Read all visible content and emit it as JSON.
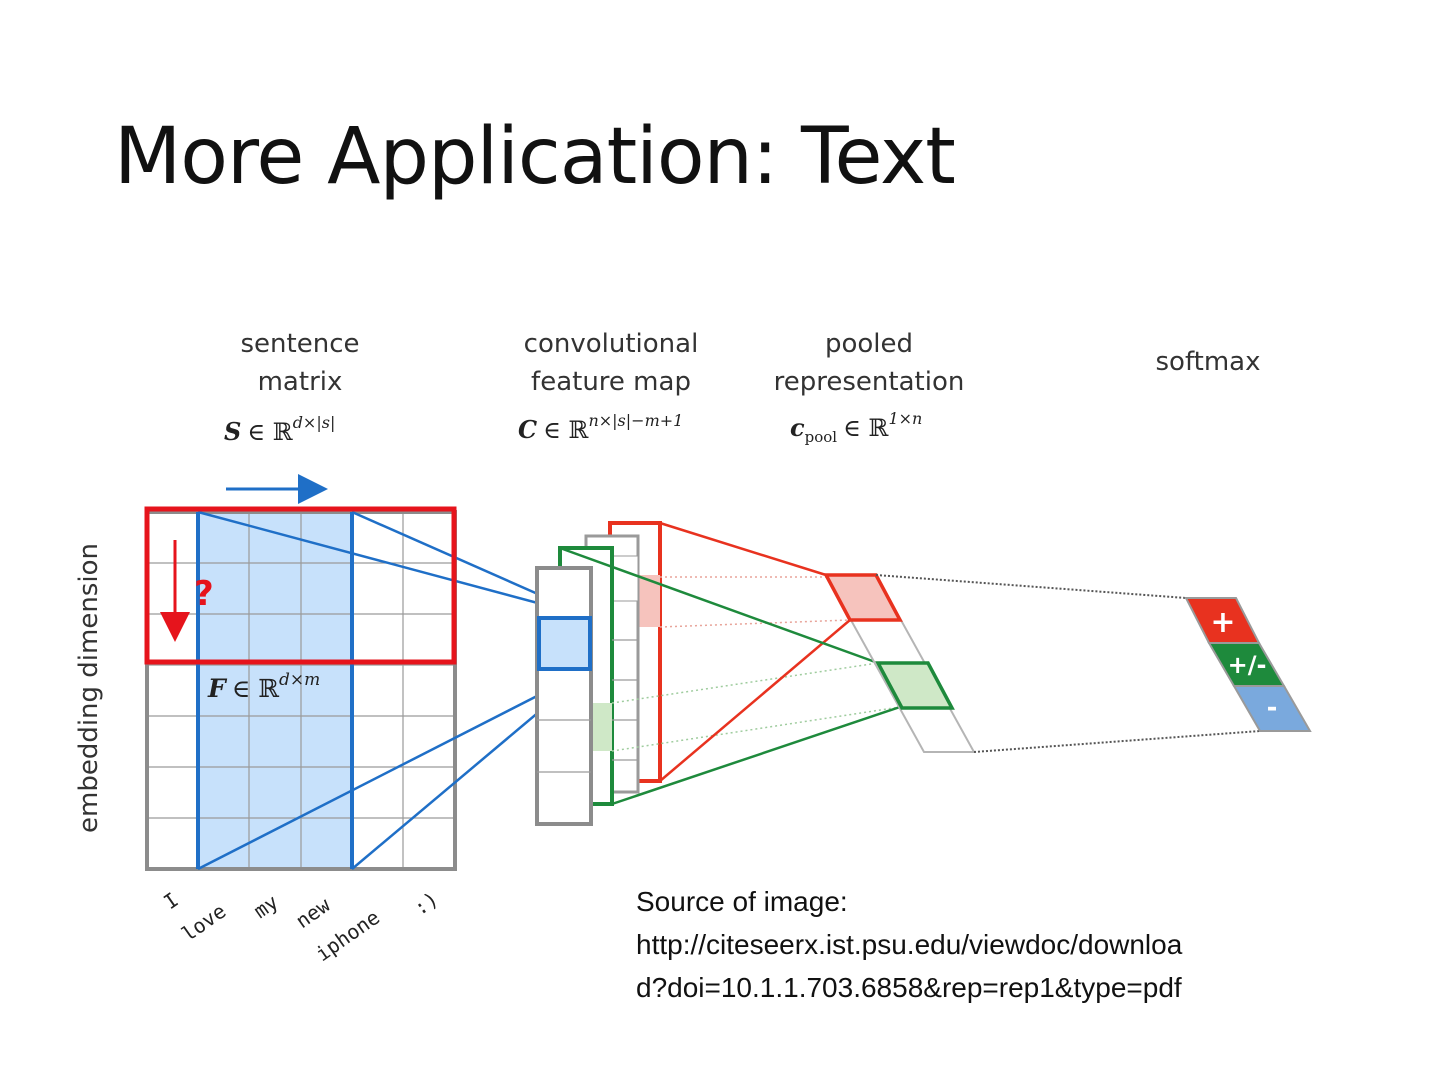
{
  "title": "More Application: Text",
  "diagram": {
    "stages": {
      "sentence_matrix": {
        "line1": "sentence",
        "line2": "matrix",
        "formula_base": "S",
        "formula_rel": "∈ ℝ",
        "formula_sup": "d×|s|"
      },
      "feature_map": {
        "line1": "convolutional",
        "line2": "feature map",
        "formula_base": "C",
        "formula_rel": "∈ ℝ",
        "formula_sup": "n×|s|−m+1"
      },
      "pooled": {
        "line1": "pooled",
        "line2": "representation",
        "formula_base": "c",
        "formula_sub": "pool",
        "formula_rel": "∈ ℝ",
        "formula_sup": "1×n"
      },
      "softmax": {
        "label": "softmax"
      }
    },
    "filter": {
      "formula_base": "F",
      "formula_rel": "∈ ℝ",
      "formula_sup": "d×m"
    },
    "y_axis_label": "embedding dimension",
    "question_mark": "?",
    "tokens": [
      "I",
      "love",
      "my",
      "new",
      "iphone",
      ":)"
    ],
    "softmax_classes": [
      "+",
      "+/-",
      "-"
    ],
    "colors": {
      "blue": "#1f6fc7",
      "blue_fill": "#c7e1fb",
      "red": "#e8321f",
      "highlight_red": "#e6141c",
      "green": "#1e8a3c",
      "gray": "#8c8c8c",
      "softmax_plus": "#e8321f",
      "softmax_neutral": "#1e8a3c",
      "softmax_minus": "#7aa9dd"
    }
  },
  "source": {
    "line1": "Source of image:",
    "line2": "http://citeseerx.ist.psu.edu/viewdoc/downloa",
    "line3": "d?doi=10.1.1.703.6858&rep=rep1&type=pdf"
  }
}
